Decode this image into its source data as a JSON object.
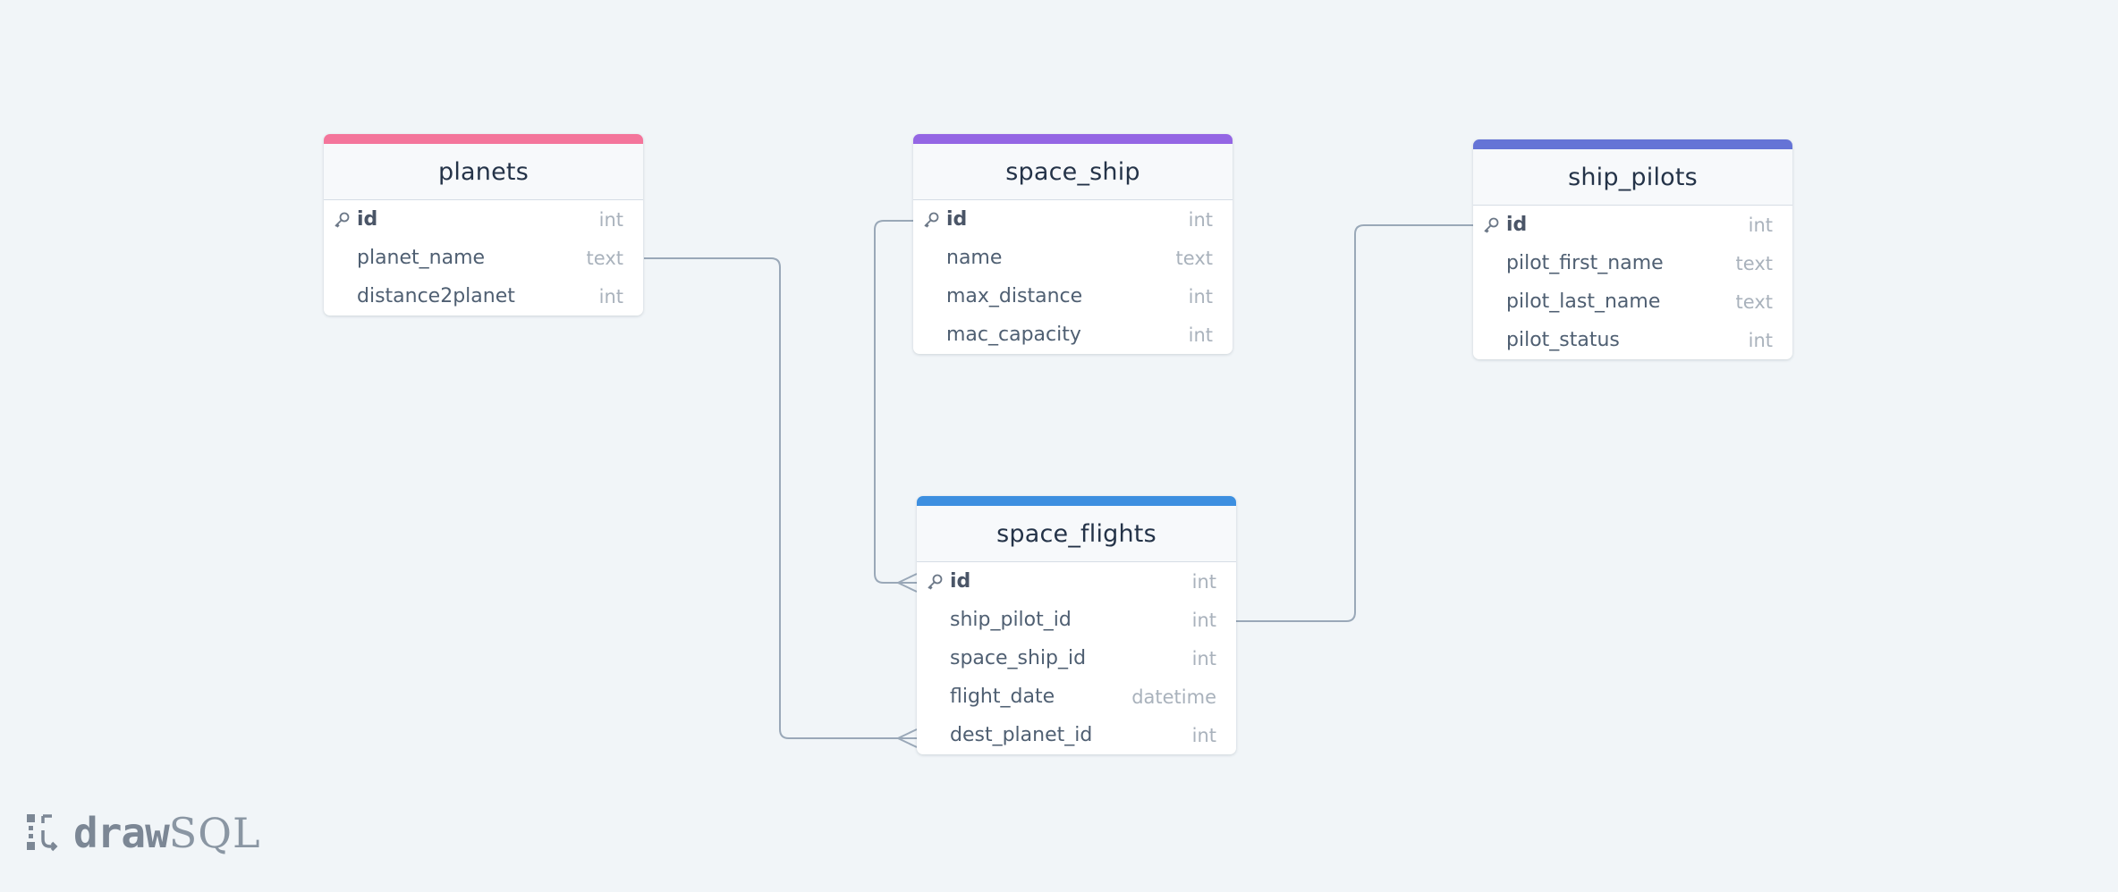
{
  "colors": {
    "background": "#f1f5f8",
    "planets": "#f4759b",
    "space_ship": "#9466e4",
    "ship_pilots": "#6574d6",
    "space_flights": "#3d8fe0",
    "connector": "#9aa8b8"
  },
  "tables": {
    "planets": {
      "title": "planets",
      "rows": [
        {
          "name": "id",
          "type": "int",
          "pk": true
        },
        {
          "name": "planet_name",
          "type": "text"
        },
        {
          "name": "distance2planet",
          "type": "int"
        }
      ]
    },
    "space_ship": {
      "title": "space_ship",
      "rows": [
        {
          "name": "id",
          "type": "int",
          "pk": true
        },
        {
          "name": "name",
          "type": "text"
        },
        {
          "name": "max_distance",
          "type": "int"
        },
        {
          "name": "mac_capacity",
          "type": "int"
        }
      ]
    },
    "ship_pilots": {
      "title": "ship_pilots",
      "rows": [
        {
          "name": "id",
          "type": "int",
          "pk": true
        },
        {
          "name": "pilot_first_name",
          "type": "text"
        },
        {
          "name": "pilot_last_name",
          "type": "text"
        },
        {
          "name": "pilot_status",
          "type": "int"
        }
      ]
    },
    "space_flights": {
      "title": "space_flights",
      "rows": [
        {
          "name": "id",
          "type": "int",
          "pk": true
        },
        {
          "name": "ship_pilot_id",
          "type": "int"
        },
        {
          "name": "space_ship_id",
          "type": "int"
        },
        {
          "name": "flight_date",
          "type": "datetime"
        },
        {
          "name": "dest_planet_id",
          "type": "int"
        }
      ]
    }
  },
  "relations": [
    {
      "from": "planets.planet_name",
      "to": "space_flights.dest_planet_id",
      "cardinality": "one-to-many"
    },
    {
      "from": "space_ship.id",
      "to": "space_flights.id",
      "cardinality": "one-to-many"
    },
    {
      "from": "ship_pilots.id",
      "to": "space_flights.ship_pilot_id",
      "cardinality": "one-to-one"
    }
  ],
  "logo": {
    "part1": "draw",
    "part2": "SQL",
    "icon": "drawsql-logo-icon"
  },
  "icons": {
    "primary_key": "key-icon"
  }
}
